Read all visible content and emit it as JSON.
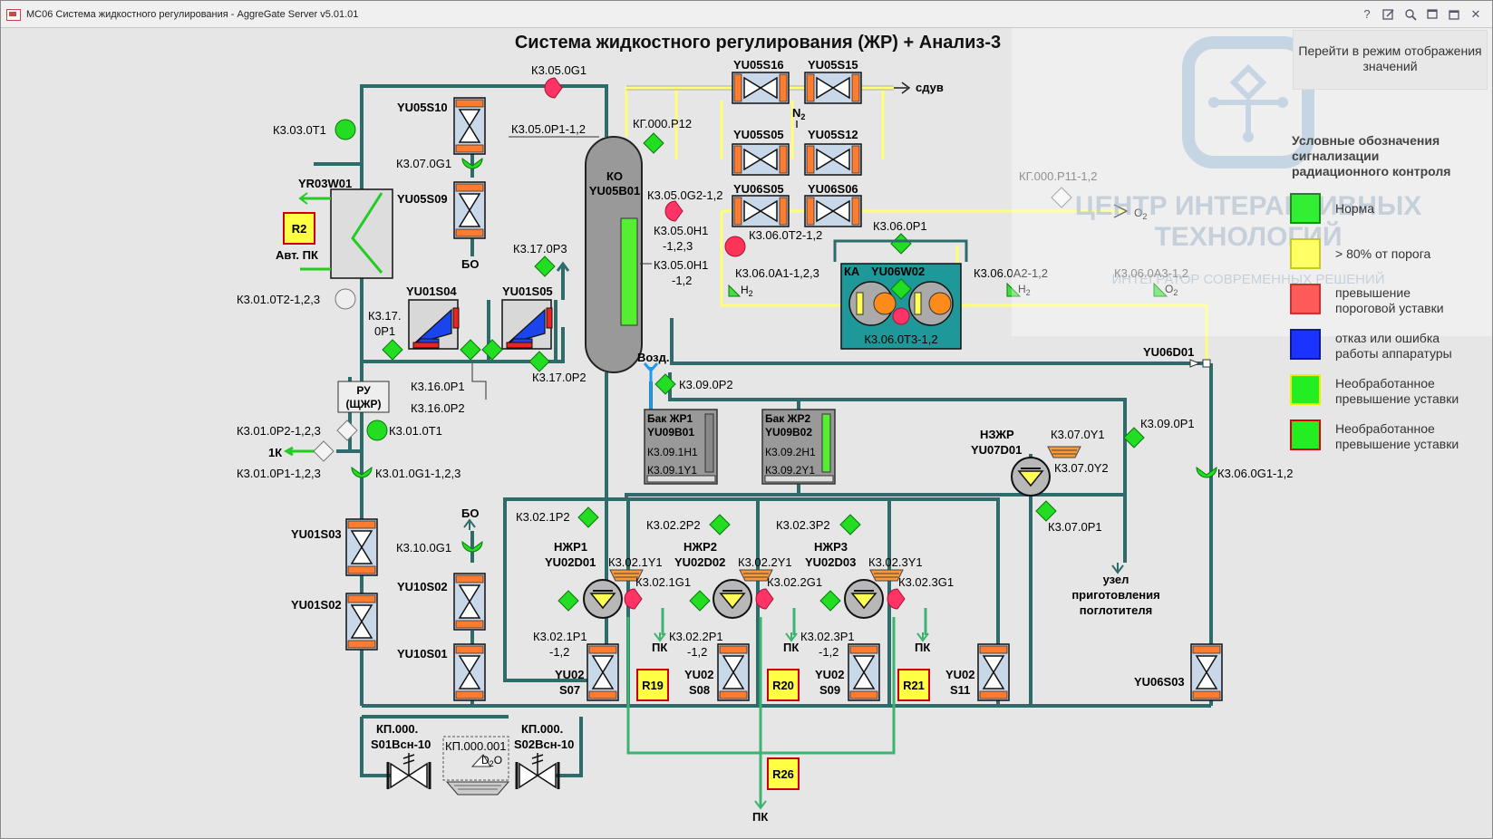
{
  "window": {
    "title": "МС06 Система жидкостного регулирования - AggreGate Server v5.01.01",
    "help_label": "?",
    "close_label": "✕"
  },
  "diagram": {
    "title": "Система жидкостного регулирования (ЖР) + Анализ-3",
    "labels": {
      "k3050g1": "К3.05.0G1",
      "yu05s10": "YU05S10",
      "k3030t1": "К3.03.0T1",
      "k3070g1": "К3.07.0G1",
      "k3050p1": "К3.05.0P1-1,2",
      "kg000p12": "КГ.000.P12",
      "ko": "КО",
      "yu05b01": "YU05B01",
      "yu05s16": "YU05S16",
      "yu05s15": "YU05S15",
      "sduv": "сдув",
      "n2": "N",
      "n2sub": "2",
      "yu05s05": "YU05S05",
      "yu05s12": "YU05S12",
      "yr03w01": "YR03W01",
      "avt_pk": "Авт. ПК",
      "yu05s09": "YU05S09",
      "bo1": "БО",
      "k3050g2": "К3.05.0G2-1,2",
      "yu06s05": "YU06S05",
      "yu06s06": "YU06S06",
      "kg000p11": "КГ.000.P11-1,2",
      "o2a": "O",
      "o2asub": "2",
      "k3050h1a": "К3.05.0H1",
      "k3050h1a2": "-1,2,3",
      "k3060t2": "К3.06.0T2-1,2",
      "k3060p1": "К3.06.0P1",
      "k3170p3": "К3.17.0P3",
      "k3050h1b": "К3.05.0H1",
      "k3050h1b2": "-1,2",
      "k3060a1": "К3.06.0A1-1,2,3",
      "h2a": "H",
      "h2asub": "2",
      "ka": "КА",
      "yu06w02": "YU06W02",
      "k3060a2": "К3.06.0A2-1,2",
      "h2b": "H",
      "h2bsub": "2",
      "k3060a3": "К3.06.0A3-1,2",
      "o2b": "O",
      "o2bsub": "2",
      "k3010t2": "К3.01.0T2-1,2,3",
      "yu01s04": "YU01S04",
      "yu01s05": "YU01S05",
      "k3170p1a": "К3.17.",
      "k3170p1b": "0P1",
      "k3060t3": "К3.06.0T3-1,2",
      "yu06d01": "YU06D01",
      "vozd": "Возд.",
      "k3160p1": "К3.16.0P1",
      "k3170p2": "К3.17.0P2",
      "ru": "РУ",
      "shzhr": "(ЩЖР)",
      "k3160p2": "К3.16.0P2",
      "k3090p2": "К3.09.0P2",
      "bak1": "Бак ЖР1",
      "yu09b01": "YU09B01",
      "k3091h1": "К3.09.1H1",
      "k3091y1": "К3.09.1Y1",
      "bak2": "Бак ЖР2",
      "yu09b02": "YU09B02",
      "k3092h1": "К3.09.2H1",
      "k3092y1": "К3.09.2Y1",
      "nzhr": "НЗЖР",
      "yu07d01": "YU07D01",
      "k3070y1": "К3.07.0Y1",
      "k3070y2": "К3.07.0Y2",
      "k3090p1": "К3.09.0P1",
      "k3010p2": "К3.01.0P2-1,2,3",
      "k3010t1": "К3.01.0T1",
      "k1": "1К",
      "k3010p1": "К3.01.0P1-1,2,3",
      "k3010g1": "К3.01.0G1-1,2,3",
      "k3060g1": "К3.06.0G1-1,2",
      "bo2": "БО",
      "k3021p2": "К3.02.1P2",
      "k3022p2": "К3.02.2P2",
      "k3023p2": "К3.02.3P2",
      "k3070p1": "К3.07.0P1",
      "yu01s03": "YU01S03",
      "k3100g1": "К3.10.0G1",
      "nzhr1": "НЖР1",
      "yu02d01": "YU02D01",
      "k3021y1": "К3.02.1Y1",
      "nzhr2": "НЖР2",
      "yu02d02": "YU02D02",
      "k3022y1": "К3.02.2Y1",
      "nzhr3": "НЖР3",
      "yu02d03": "YU02D03",
      "k3023y1": "К3.02.3Y1",
      "k3021g1": "К3.02.1G1",
      "k3022g1": "К3.02.2G1",
      "k3023g1": "К3.02.3G1",
      "uzel1": "узел",
      "uzel2": "приготовления",
      "uzel3": "поглотителя",
      "yu10s02": "YU10S02",
      "yu01s02": "YU01S02",
      "k3021p1a": "К3.02.1P1",
      "k3021p1b": "-1,2",
      "k3022p1a": "К3.02.2P1",
      "k3022p1b": "-1,2",
      "k3023p1a": "К3.02.3P1",
      "k3023p1b": "-1,2",
      "pk1": "ПК",
      "pk2": "ПК",
      "pk3": "ПК",
      "yu10s01": "YU10S01",
      "yu02": "YU02",
      "s07": "S07",
      "s08": "S08",
      "s09": "S09",
      "s11": "S11",
      "yu06s03": "YU06S03",
      "kp000a1": "КП.000.",
      "kp000a2": "S01Всн-10",
      "kp000001": "КП.000.001",
      "d2o": "D",
      "d2osub": "2",
      "d2o2": "O",
      "kp000b1": "КП.000.",
      "kp000b2": "S02Всн-10",
      "pk_bottom": "ПК"
    },
    "alarms": {
      "r2": "R2",
      "r19": "R19",
      "r20": "R20",
      "r21": "R21",
      "r26": "R26"
    },
    "colors": {
      "pipe": "#2e6b6b",
      "gas_pipe": "#ffff80",
      "ok": "#22dd22",
      "alarm": "#ff3355",
      "valve_body": "#ff7b2e",
      "alarm_box": "#ffff44",
      "alarm_border": "#cc0000",
      "teal_panel": "#1e9898"
    }
  },
  "mode_button": {
    "label": "Перейти в режим отображения значений"
  },
  "legend": {
    "title": "Условные обозначения\nсигнализации\nрадиационного контроля",
    "items": [
      {
        "label": "Норма",
        "color": "#33ee33",
        "border": "#1a8a1a"
      },
      {
        "label": "> 80% от порога",
        "color": "#ffff66",
        "border": "#c8c820"
      },
      {
        "label": "превышение\nпороговой уставки",
        "color": "#ff5a5a",
        "border": "#c83232"
      },
      {
        "label": "отказ или ошибка\nработы аппаратуры",
        "color": "#1a33ff",
        "border": "#0a1a99"
      },
      {
        "label": "Необработанное\nпревышение уставки",
        "color": "#22ee22",
        "border": "#eeee00"
      },
      {
        "label": "Необработанное\nпревышение уставки",
        "color": "#22ee22",
        "border": "#dd0000"
      }
    ]
  },
  "watermark": {
    "line1": "ЦЕНТР ИНТЕРАКТИВНЫХ",
    "line2": "ТЕХНОЛОГИЙ",
    "line3": "ИНТЕГРАТОР СОВРЕМЕННЫХ РЕШЕНИЙ"
  }
}
